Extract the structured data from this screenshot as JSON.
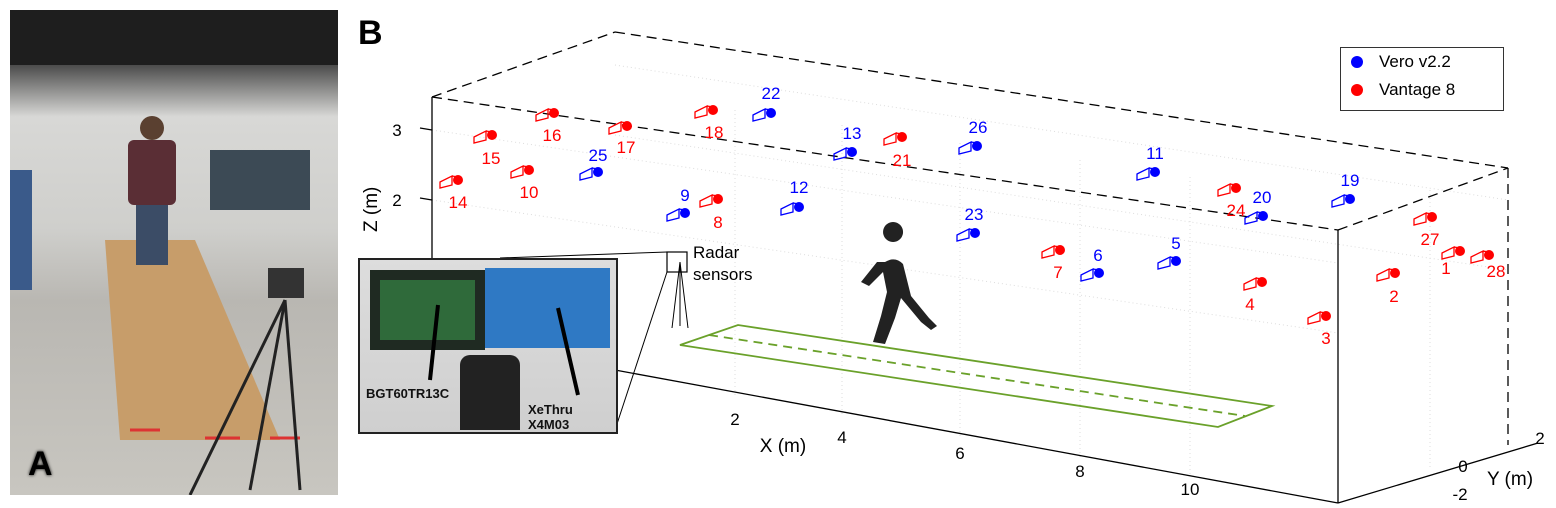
{
  "panels": {
    "a_label": "A",
    "b_label": "B"
  },
  "legend": [
    {
      "name": "Vero v2.2",
      "color": "#0000ff"
    },
    {
      "name": "Vantage 8",
      "color": "#ff0000"
    }
  ],
  "axes": {
    "x_label": "X (m)",
    "y_label": "Y (m)",
    "z_label": "Z (m)",
    "x_ticks": [
      "2",
      "4",
      "6",
      "8",
      "10"
    ],
    "y_ticks": [
      "-2",
      "0",
      "2"
    ],
    "z_ticks": [
      "2",
      "3"
    ]
  },
  "cameras": {
    "vantage8": [
      "16",
      "15",
      "17",
      "18",
      "10",
      "14",
      "21",
      "8",
      "7",
      "24",
      "4",
      "3",
      "27",
      "1",
      "28",
      "2"
    ],
    "vero": [
      "22",
      "13",
      "26",
      "25",
      "9",
      "12",
      "23",
      "6",
      "5",
      "11",
      "20",
      "19"
    ]
  },
  "annotation": {
    "radar_line1": "Radar",
    "radar_line2": "sensors"
  },
  "inset": {
    "sensor1": "BGT60TR13C",
    "sensor2": "XeThru X4M03"
  }
}
